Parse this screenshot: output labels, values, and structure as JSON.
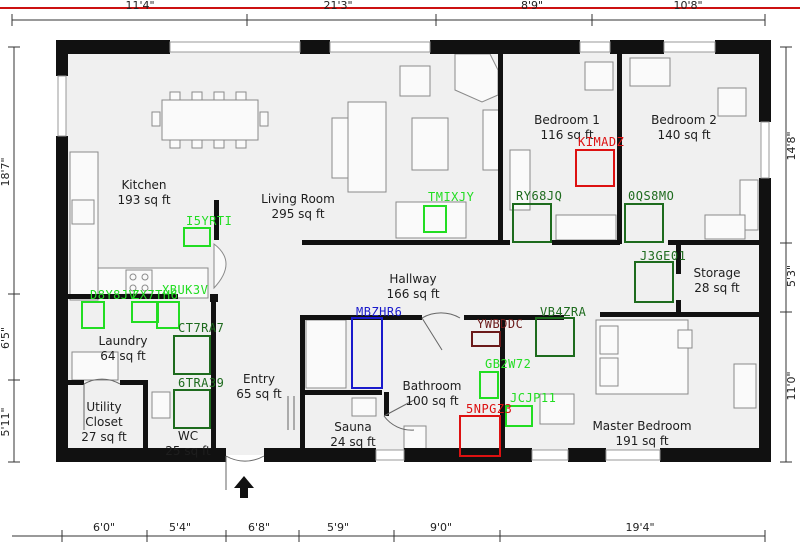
{
  "colors": {
    "wall": "#111111",
    "floor": "#f0f0f0",
    "furniture_stroke": "#8a8a8a",
    "furniture_fill": "#fafafa",
    "top_rule": "#cc1111",
    "green": "#22dd22",
    "dark_green": "#1e6b1e",
    "red": "#dd1111",
    "blue": "#1a1acc",
    "brown": "#6b1a1a"
  },
  "rooms": [
    {
      "name": "Kitchen",
      "area": "193 sq ft"
    },
    {
      "name": "Living Room",
      "area": "295 sq ft"
    },
    {
      "name": "Bedroom 1",
      "area": "116 sq ft"
    },
    {
      "name": "Bedroom 2",
      "area": "140 sq ft"
    },
    {
      "name": "Hallway",
      "area": "166 sq ft"
    },
    {
      "name": "Storage",
      "area": "28 sq ft"
    },
    {
      "name": "Laundry",
      "area": "64 sq ft"
    },
    {
      "name": "Entry",
      "area": "65 sq ft"
    },
    {
      "name": "Bathroom",
      "area": "100 sq ft"
    },
    {
      "name": "Utility Closet",
      "name_line1": "Utility",
      "name_line2": "Closet",
      "area": "27 sq ft"
    },
    {
      "name": "WC",
      "area": "25 sq ft"
    },
    {
      "name": "Sauna",
      "area": "24 sq ft"
    },
    {
      "name": "Master Bedroom",
      "area": "191 sq ft"
    }
  ],
  "dimensions": {
    "top": [
      "11'4\"",
      "21'3\"",
      "8'9\"",
      "10'8\""
    ],
    "bottom": [
      "6'0\"",
      "5'4\"",
      "6'8\"",
      "5'9\"",
      "9'0\"",
      "19'4\""
    ],
    "left": [
      "18'7\"",
      "6'5\"",
      "5'11\""
    ],
    "right": [
      "14'8\"",
      "5'3\"",
      "11'0\""
    ]
  },
  "tags": [
    {
      "id": "I5YRTI",
      "color": "green"
    },
    {
      "id": "TMIXJY",
      "color": "green"
    },
    {
      "id": "KIMADZ",
      "color": "red"
    },
    {
      "id": "RY68JQ",
      "color": "dark_green"
    },
    {
      "id": "0QS8MO",
      "color": "dark_green"
    },
    {
      "id": "J3GE01",
      "color": "dark_green"
    },
    {
      "id": "D8Y8JV",
      "color": "green"
    },
    {
      "id": "ZX7TH6",
      "color": "green"
    },
    {
      "id": "XBUK3V",
      "color": "green"
    },
    {
      "id": "CT7RA7",
      "color": "dark_green"
    },
    {
      "id": "6TRA39",
      "color": "dark_green"
    },
    {
      "id": "MBZHR6",
      "color": "blue"
    },
    {
      "id": "YWBDDC",
      "color": "brown"
    },
    {
      "id": "VB4ZRA",
      "color": "dark_green"
    },
    {
      "id": "GB2W72",
      "color": "green"
    },
    {
      "id": "JCJP11",
      "color": "green"
    },
    {
      "id": "5NPGZ3",
      "color": "red"
    }
  ]
}
